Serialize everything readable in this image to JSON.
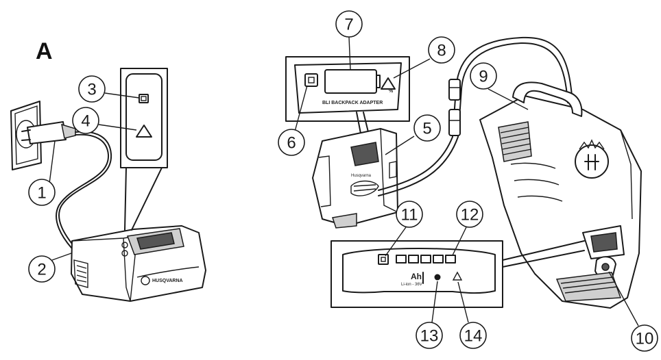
{
  "figure": {
    "letter": "A"
  },
  "callouts": [
    "1",
    "2",
    "3",
    "4",
    "5",
    "6",
    "7",
    "8",
    "9",
    "10",
    "11",
    "12",
    "13",
    "14"
  ],
  "texts": {
    "charger_brand": "HUSQVARNA",
    "adapter_label": "BLI BACKPACK ADAPTER",
    "adapter_brand": "Husqvarna",
    "ah": "Ah",
    "battery_spec": "Li-ion - 36V",
    "percent": "%"
  },
  "colors": {
    "line": "#1a1a1a",
    "fill": "#ffffff",
    "shade": "#cfcfcf"
  }
}
